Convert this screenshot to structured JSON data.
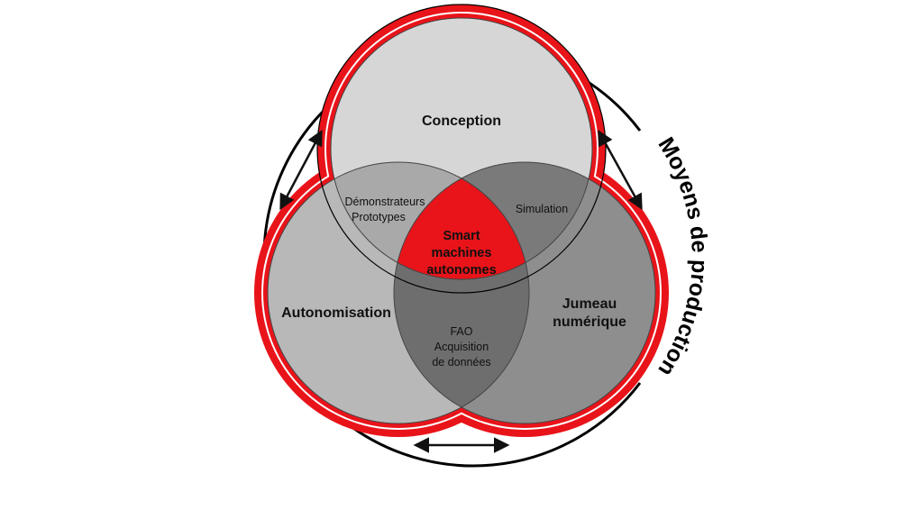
{
  "diagram": {
    "outer_label": "Moyens de production",
    "circles": {
      "top": "Conception",
      "left": "Autonomisation",
      "right_line1": "Jumeau",
      "right_line2": "numérique"
    },
    "overlaps": {
      "top_left_line1": "Démonstrateurs",
      "top_left_line2": "Prototypes",
      "top_right": "Simulation",
      "bottom_line1": "FAO",
      "bottom_line2": "Acquisition",
      "bottom_line3": "de données"
    },
    "center_line1": "Smart",
    "center_line2": "machines",
    "center_line3": "autonomes"
  },
  "colors": {
    "accent": "#e8141a",
    "circle_top": "#d6d6d6",
    "circle_left": "#b8b8b8",
    "circle_right": "#8e8e8e",
    "overlap_dark": "#6e6e6e"
  }
}
